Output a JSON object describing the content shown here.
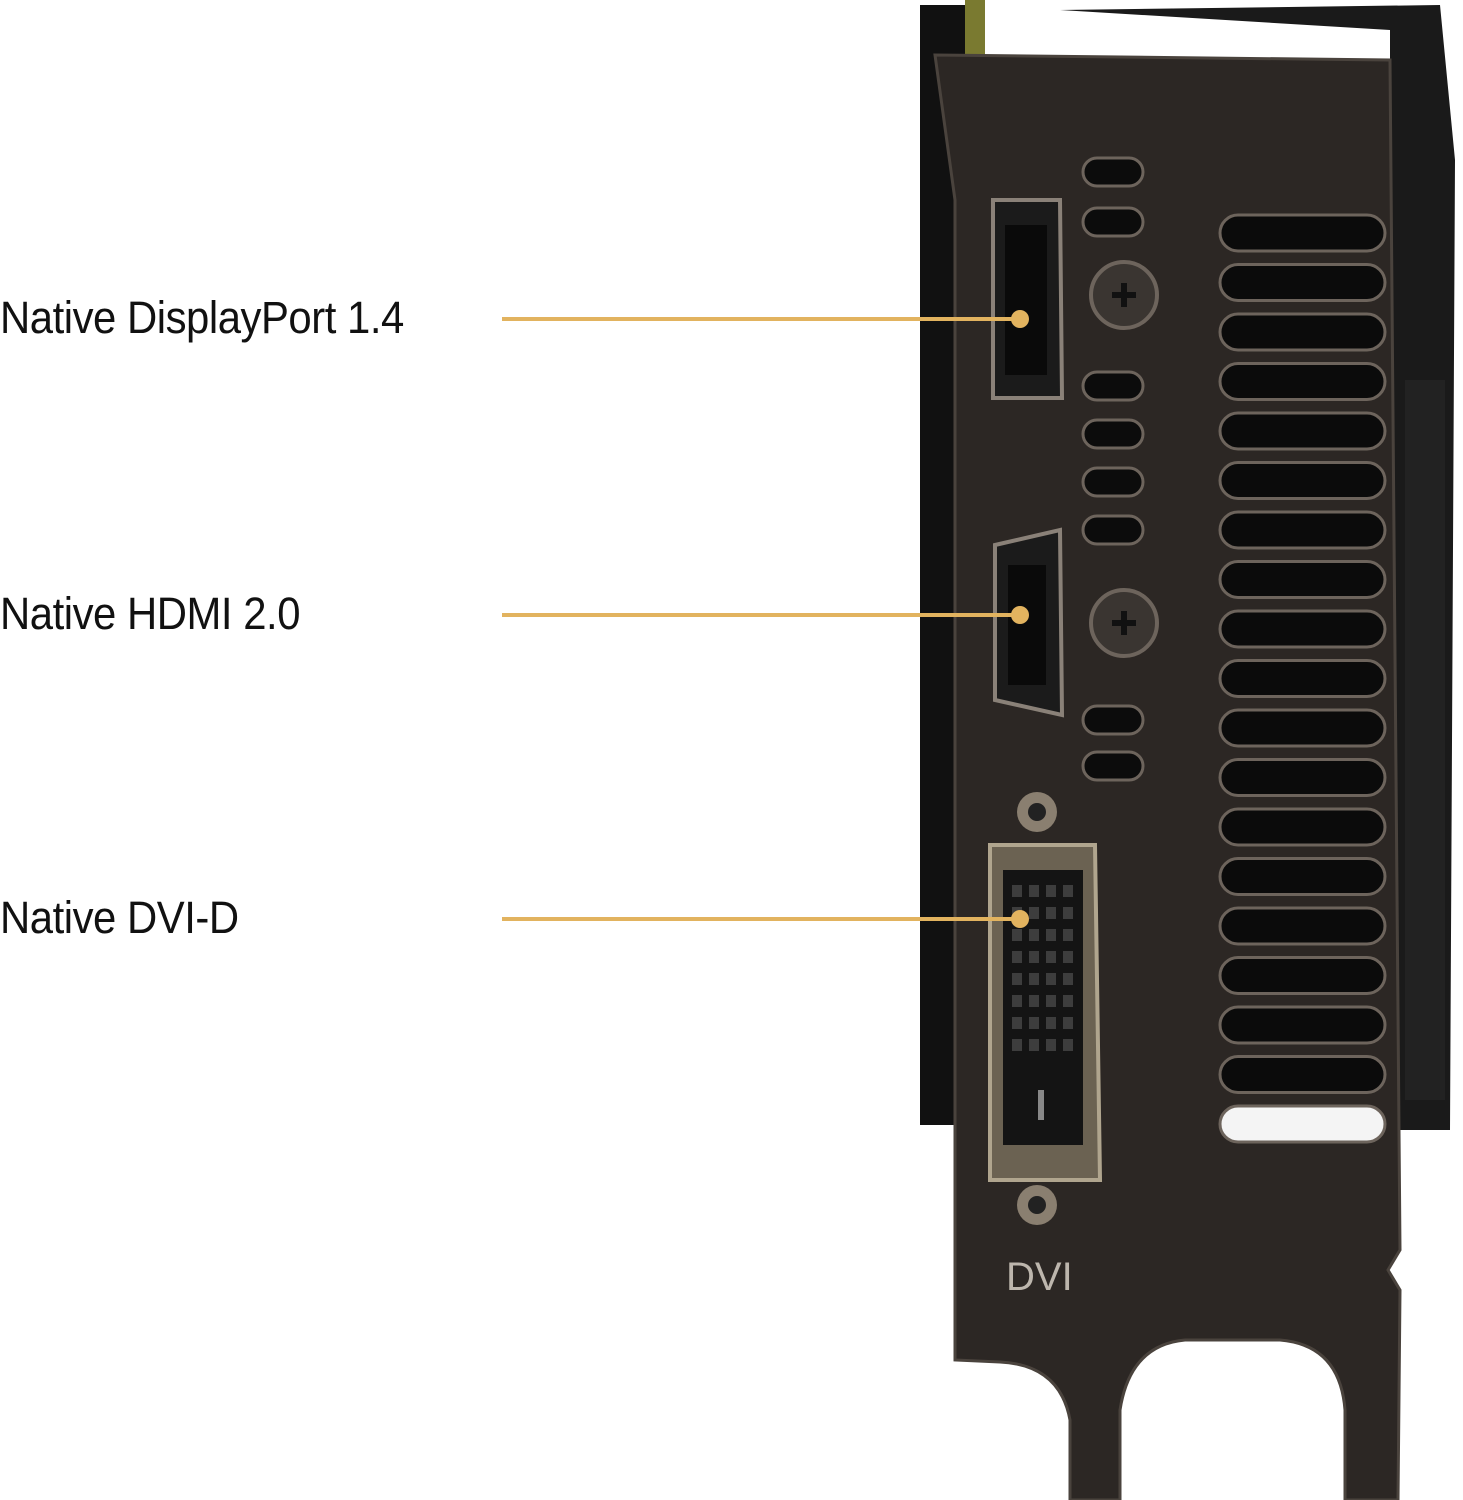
{
  "callouts": [
    {
      "label": "Native DisplayPort 1.4",
      "port": "displayport"
    },
    {
      "label": "Native HDMI 2.0",
      "port": "hdmi"
    },
    {
      "label": "Native DVI-D",
      "port": "dvi"
    }
  ],
  "bracket_engraving": "DVI",
  "colors": {
    "callout_line": "#e2b35f",
    "bracket": "#2c2724",
    "background": "#ffffff"
  }
}
